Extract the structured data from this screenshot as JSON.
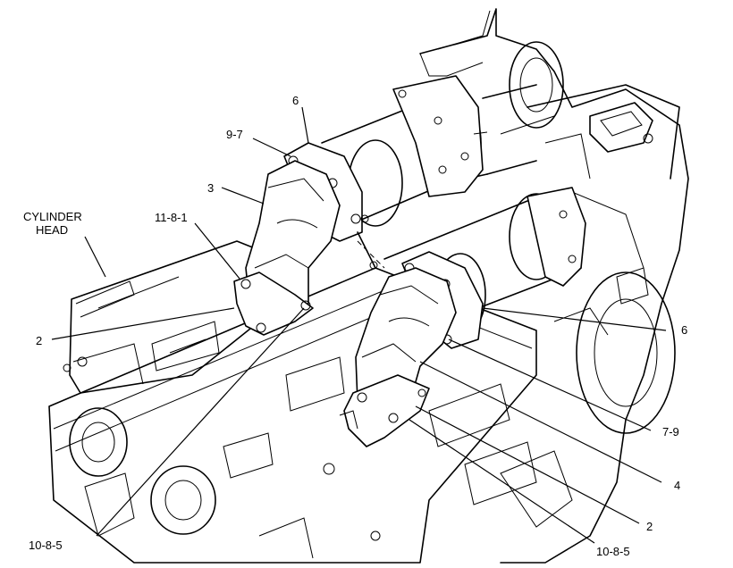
{
  "callouts": [
    {
      "id": "c6a",
      "text": "6"
    },
    {
      "id": "c97",
      "text": "9-7"
    },
    {
      "id": "c3",
      "text": "3"
    },
    {
      "id": "ccyl1",
      "text": "CYLINDER"
    },
    {
      "id": "ccyl2",
      "text": "HEAD"
    },
    {
      "id": "c1181",
      "text": "11-8-1"
    },
    {
      "id": "c2a",
      "text": "2"
    },
    {
      "id": "c6b",
      "text": "6"
    },
    {
      "id": "c79",
      "text": "7-9"
    },
    {
      "id": "c4",
      "text": "4"
    },
    {
      "id": "c2b",
      "text": "2"
    },
    {
      "id": "c1085a",
      "text": "10-8-5"
    },
    {
      "id": "c1085b",
      "text": "10-8-5"
    }
  ]
}
